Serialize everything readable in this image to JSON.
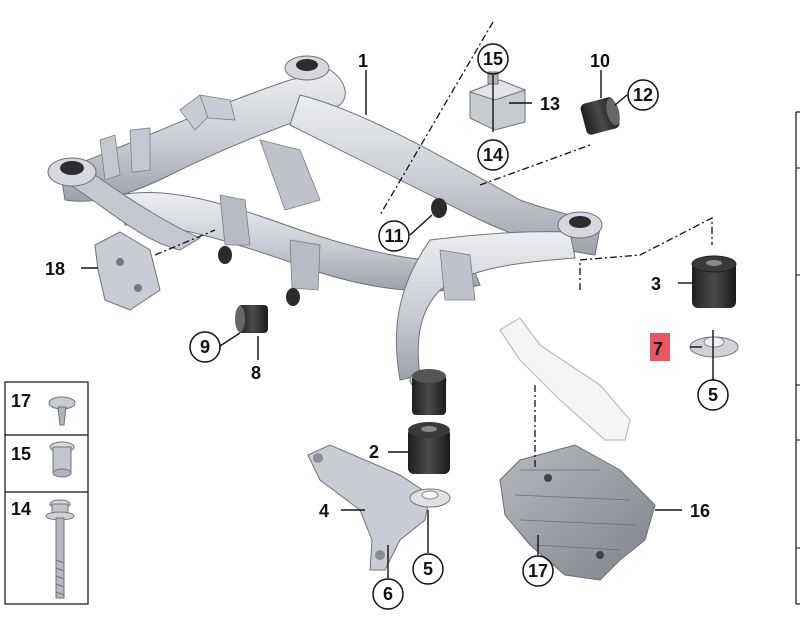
{
  "colors": {
    "highlight": "#e8585e",
    "part_fill": "#d9dbe0",
    "part_shade": "#a8abb2",
    "rubber": "#2a2a2a",
    "line": "#111111"
  },
  "labels": {
    "p1": "1",
    "p2": "2",
    "p3": "3",
    "p4": "4",
    "p5a": "5",
    "p5b": "5",
    "p6": "6",
    "p7": "7",
    "p8": "8",
    "p9": "9",
    "p10": "10",
    "p11": "11",
    "p12": "12",
    "p13": "13",
    "p14": "14",
    "p15": "15",
    "p16": "16",
    "p17": "17",
    "p18": "18"
  },
  "legend": {
    "items": [
      {
        "number": "17",
        "icon": "push-rivet-icon"
      },
      {
        "number": "15",
        "icon": "threaded-sleeve-icon"
      },
      {
        "number": "14",
        "icon": "bolt-icon"
      }
    ]
  }
}
